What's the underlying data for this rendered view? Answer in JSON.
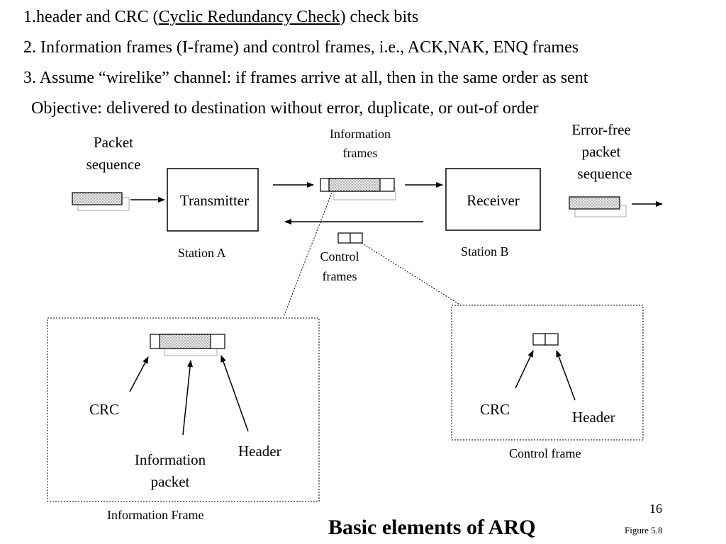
{
  "points": {
    "p1_pre": "1.header and CRC (",
    "p1_link": "Cyclic Redundancy Check",
    "p1_post": ") check bits",
    "p2": "2. Information frames (I-frame) and control frames, i.e., ACK,NAK, ENQ frames",
    "p3": "3. Assume “wirelike” channel: if frames arrive at all, then in the same order as sent",
    "objective": "Objective: delivered to destination without error, duplicate, or out-of order"
  },
  "top": {
    "packet_seq_1": "Packet",
    "packet_seq_2": "sequence",
    "transmitter": "Transmitter",
    "receiver": "Receiver",
    "info_frames_1": "Information",
    "info_frames_2": "frames",
    "errfree_1": "Error-free",
    "errfree_2": "packet",
    "errfree_3": "sequence",
    "station_a": "Station A",
    "station_b": "Station B",
    "control_frames_1": "Control",
    "control_frames_2": "frames"
  },
  "info_detail": {
    "crc": "CRC",
    "info_packet_1": "Information",
    "info_packet_2": "packet",
    "header": "Header",
    "caption": "Information Frame"
  },
  "control_detail": {
    "crc": "CRC",
    "header": "Header",
    "caption": "Control frame"
  },
  "footer": {
    "page_number": "16",
    "title": "Basic elements of ARQ",
    "figure": "Figure 5.8"
  }
}
